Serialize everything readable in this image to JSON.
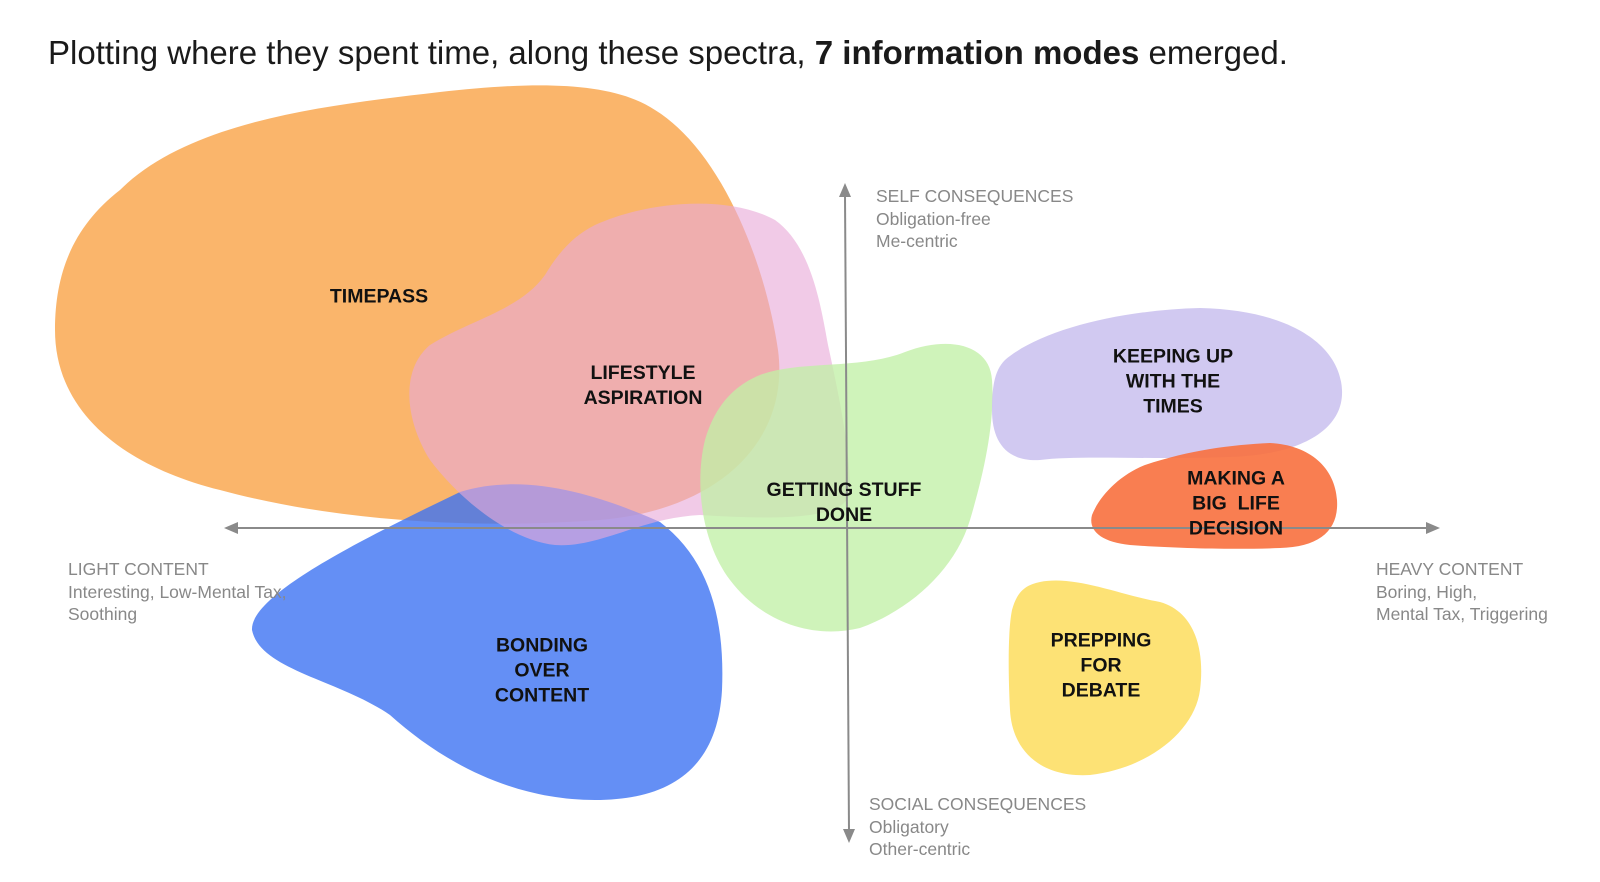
{
  "title": {
    "prefix": "Plotting where they spent time, along these spectra, ",
    "emphasis": "7 information modes",
    "suffix": " emerged."
  },
  "axes": {
    "top": {
      "heading": "SELF CONSEQUENCES",
      "lines": [
        "Obligation-free",
        "Me-centric"
      ]
    },
    "bottom": {
      "heading": "SOCIAL CONSEQUENCES",
      "lines": [
        "Obligatory",
        "Other-centric"
      ]
    },
    "left": {
      "heading": "LIGHT CONTENT",
      "lines": [
        "Interesting, Low-Mental Tax,",
        "Soothing"
      ]
    },
    "right": {
      "heading": "HEAVY CONTENT",
      "lines": [
        "Boring, High,",
        "Mental Tax, Triggering"
      ]
    },
    "color": "#8a8a8a"
  },
  "modes": [
    {
      "id": "timepass",
      "lines": [
        "TIMEPASS"
      ],
      "color": "#f9a54a",
      "opacity": 0.82
    },
    {
      "id": "bonding-over-content",
      "lines": [
        "BONDING",
        "OVER",
        "CONTENT"
      ],
      "color": "#3d73f2",
      "opacity": 0.8
    },
    {
      "id": "lifestyle-aspiration",
      "lines": [
        "LIFESTYLE",
        "ASPIRATION"
      ],
      "color": "#e9a9d8",
      "opacity": 0.62
    },
    {
      "id": "getting-stuff-done",
      "lines": [
        "GETTING STUFF",
        "DONE"
      ],
      "color": "#c2f0a6",
      "opacity": 0.78
    },
    {
      "id": "keeping-up-with-the-times",
      "lines": [
        "KEEPING UP",
        "WITH THE",
        "TIMES"
      ],
      "color": "#c2b7ec",
      "opacity": 0.75
    },
    {
      "id": "making-a-big-life-decision",
      "lines": [
        "MAKING A",
        "BIG  LIFE",
        "DECISION"
      ],
      "color": "#f8703e",
      "opacity": 0.9
    },
    {
      "id": "prepping-for-debate",
      "lines": [
        "PREPPING",
        "FOR",
        "DEBATE"
      ],
      "color": "#fde06e",
      "opacity": 0.95
    }
  ]
}
